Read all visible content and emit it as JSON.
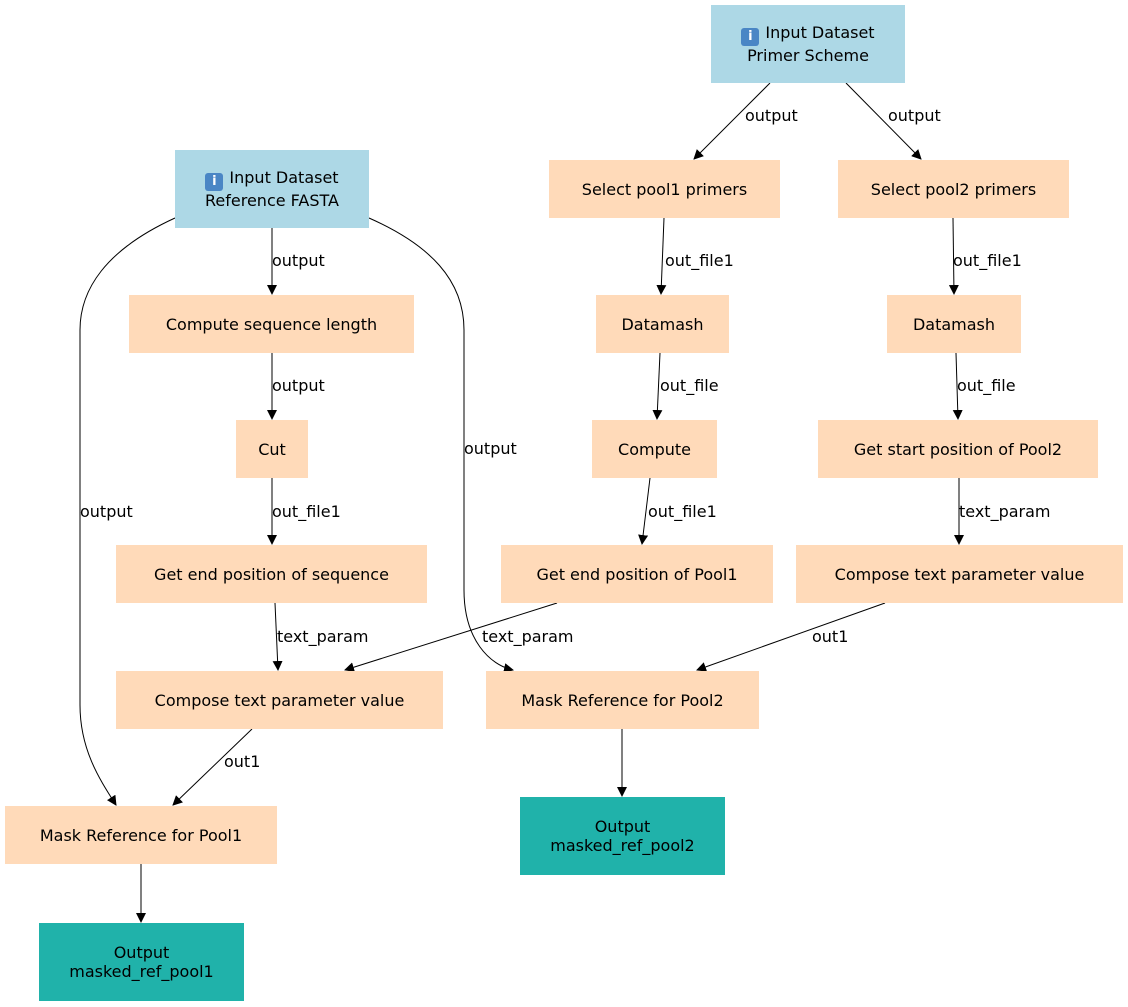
{
  "colors": {
    "input": "#add8e6",
    "step": "#ffdab9",
    "output": "#20b2aa",
    "edge": "#000000"
  },
  "nodes": {
    "primer_scheme": {
      "line1": "Input Dataset",
      "line2": "Primer Scheme",
      "icon": "info-icon"
    },
    "reference_fasta": {
      "line1": "Input Dataset",
      "line2": "Reference FASTA",
      "icon": "info-icon"
    },
    "select_pool1": {
      "label": "Select pool1 primers"
    },
    "select_pool2": {
      "label": "Select pool2 primers"
    },
    "compute_seq_length": {
      "label": "Compute sequence length"
    },
    "datamash1": {
      "label": "Datamash"
    },
    "datamash2": {
      "label": "Datamash"
    },
    "cut": {
      "label": "Cut"
    },
    "compute": {
      "label": "Compute"
    },
    "get_start_pool2": {
      "label": "Get start position of Pool2"
    },
    "get_end_seq": {
      "label": "Get end position of sequence"
    },
    "get_end_pool1": {
      "label": "Get end position of Pool1"
    },
    "compose_text_right": {
      "label": "Compose text parameter value"
    },
    "compose_text_left": {
      "label": "Compose text parameter value"
    },
    "mask_pool2": {
      "label": "Mask Reference for Pool2"
    },
    "mask_pool1": {
      "label": "Mask Reference for Pool1"
    },
    "output_pool2": {
      "line1": "Output",
      "line2": "masked_ref_pool2"
    },
    "output_pool1": {
      "line1": "Output",
      "line2": "masked_ref_pool1"
    }
  },
  "edges": [
    {
      "from": "primer_scheme",
      "to": "select_pool1",
      "label": "output"
    },
    {
      "from": "primer_scheme",
      "to": "select_pool2",
      "label": "output"
    },
    {
      "from": "reference_fasta",
      "to": "compute_seq_length",
      "label": "output"
    },
    {
      "from": "reference_fasta",
      "to": "mask_pool1",
      "label": "output"
    },
    {
      "from": "reference_fasta",
      "to": "mask_pool2",
      "label": "output"
    },
    {
      "from": "select_pool1",
      "to": "datamash1",
      "label": "out_file1"
    },
    {
      "from": "select_pool2",
      "to": "datamash2",
      "label": "out_file1"
    },
    {
      "from": "compute_seq_length",
      "to": "cut",
      "label": "output"
    },
    {
      "from": "datamash1",
      "to": "compute",
      "label": "out_file"
    },
    {
      "from": "datamash2",
      "to": "get_start_pool2",
      "label": "out_file"
    },
    {
      "from": "cut",
      "to": "get_end_seq",
      "label": "out_file1"
    },
    {
      "from": "compute",
      "to": "get_end_pool1",
      "label": "out_file1"
    },
    {
      "from": "get_start_pool2",
      "to": "compose_text_right",
      "label": "text_param"
    },
    {
      "from": "get_end_seq",
      "to": "compose_text_left",
      "label": "text_param"
    },
    {
      "from": "get_end_pool1",
      "to": "compose_text_left",
      "label": "text_param"
    },
    {
      "from": "compose_text_right",
      "to": "mask_pool2",
      "label": "out1"
    },
    {
      "from": "compose_text_left",
      "to": "mask_pool1",
      "label": "out1"
    },
    {
      "from": "mask_pool2",
      "to": "output_pool2",
      "label": ""
    },
    {
      "from": "mask_pool1",
      "to": "output_pool1",
      "label": ""
    }
  ]
}
